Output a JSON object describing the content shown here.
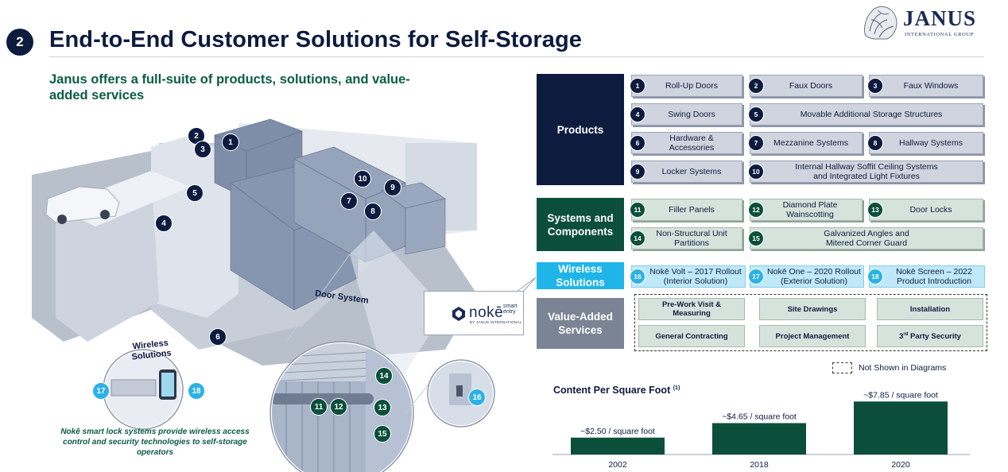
{
  "header": {
    "section_number": "2",
    "title": "End-to-End Customer Solutions for Self-Storage",
    "logo_text": "JANUS",
    "logo_subtext": "INTERNATIONAL GROUP"
  },
  "subtitle": "Janus offers a full-suite of products, solutions, and value-added services",
  "illustration": {
    "door_system_label": "Door System",
    "wireless_label": "Wireless Solutions",
    "caption": "Nokē smart lock systems provide wireless access control and security technologies to self-storage operators",
    "noke_logo": {
      "brand": "nokē",
      "tagline": "smart entry",
      "by": "BY JANUS INTERNATIONAL"
    }
  },
  "categories": {
    "products": "Products",
    "systems": "Systems and Components",
    "wireless": "Wireless Solutions",
    "value_added": "Value-Added Services"
  },
  "products": [
    {
      "num": "1",
      "label": "Roll-Up Doors"
    },
    {
      "num": "2",
      "label": "Faux Doors"
    },
    {
      "num": "3",
      "label": "Faux Windows"
    },
    {
      "num": "4",
      "label": "Swing Doors"
    },
    {
      "num": "5",
      "label": "Movable Additional Storage Structures"
    },
    {
      "num": "6",
      "label": "Hardware & Accessories"
    },
    {
      "num": "7",
      "label": "Mezzanine Systems"
    },
    {
      "num": "8",
      "label": "Hallway Systems"
    },
    {
      "num": "9",
      "label": "Locker Systems"
    },
    {
      "num": "10",
      "label": "Internal Hallway Soffit Ceiling Systems and Integrated Light Fixtures"
    }
  ],
  "systems": [
    {
      "num": "11",
      "label": "Filler Panels"
    },
    {
      "num": "12",
      "label": "Diamond Plate Wainscotting"
    },
    {
      "num": "13",
      "label": "Door Locks"
    },
    {
      "num": "14",
      "label": "Non-Structural Unit Partitions"
    },
    {
      "num": "15",
      "label": "Galvanized Angles and Mitered Corner Guard"
    }
  ],
  "wireless": [
    {
      "num": "16",
      "label": "Nokē Volt – 2017 Rollout (Interior Solution)"
    },
    {
      "num": "17",
      "label": "Nokē One – 2020 Rollout (Exterior Solution)"
    },
    {
      "num": "18",
      "label": "Nokē Screen – 2022 Product Introduction"
    }
  ],
  "value_added": [
    "Pre-Work Visit & Measuring",
    "Site Drawings",
    "Installation",
    "General Contracting",
    "Project Management",
    "3rd Party Security"
  ],
  "legend": {
    "not_shown": "Not Shown in Diagrams"
  },
  "chart_data": {
    "type": "bar",
    "title": "Content Per Square Foot",
    "title_footnote": "(1)",
    "categories": [
      "2002",
      "2018",
      "2020"
    ],
    "values": [
      2.5,
      4.65,
      7.85
    ],
    "data_labels": [
      "~$2.50 / square foot",
      "~$4.65 / square foot",
      "~$7.85 / square foot"
    ],
    "ylim": [
      0,
      8
    ],
    "bar_color": "#0b4f3a"
  },
  "colors": {
    "navy": "#0d1b3e",
    "green": "#0b4f3a",
    "cyan": "#1fb5e9",
    "gray": "#7b8494"
  }
}
